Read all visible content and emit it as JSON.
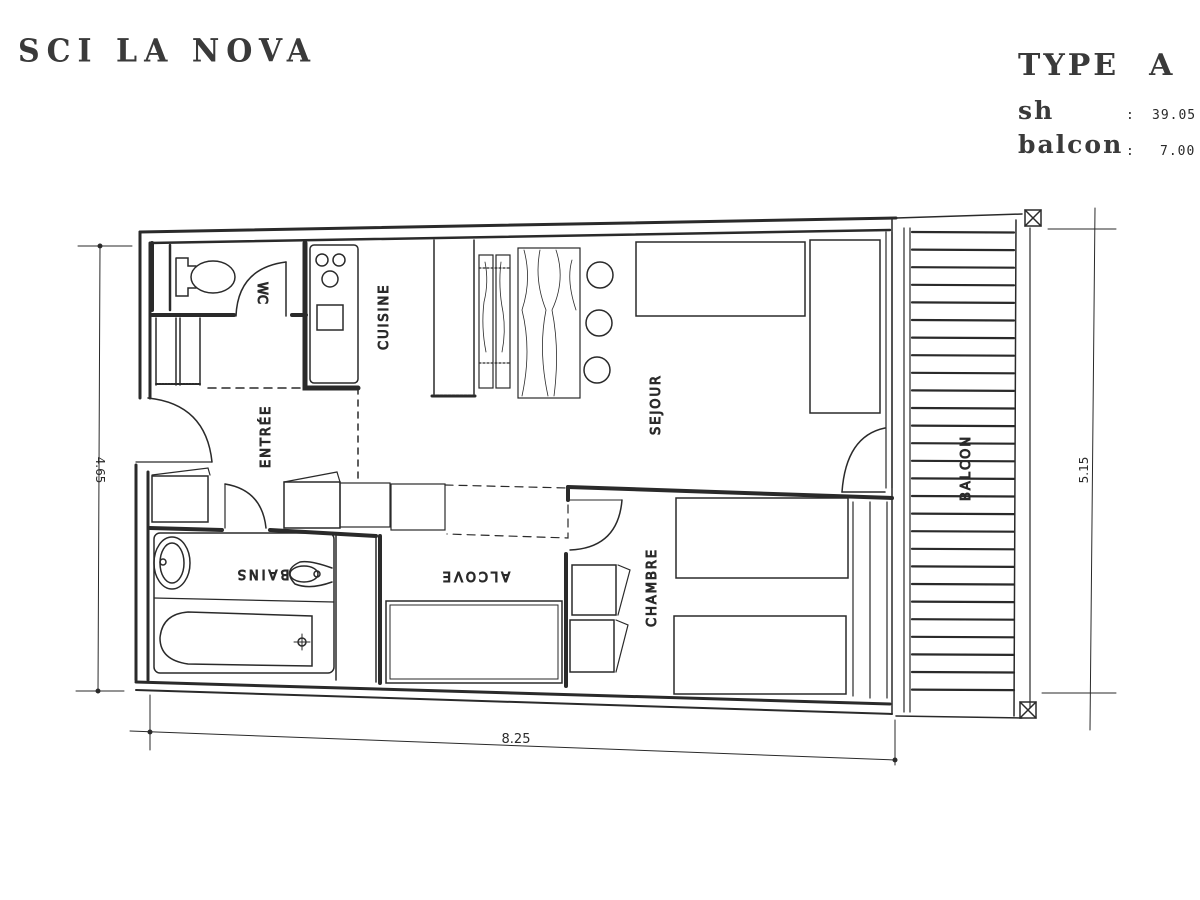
{
  "header": {
    "project_title": "SCI LA NOVA",
    "type_label": "TYPE",
    "type_letter": "A"
  },
  "areas": {
    "sh": {
      "label": "sh",
      "colon": ":",
      "value": "39.05"
    },
    "balcon": {
      "label": "balcon",
      "colon": ":",
      "value": "7.00"
    }
  },
  "rooms": {
    "wc": "WC",
    "cuisine": "CUISINE",
    "entree": "ENTRÉE",
    "sejour": "SEJOUR",
    "bains": "BAINS",
    "alcove": "ALCOVE",
    "chambre": "CHAMBRE",
    "balcon": "BALCON"
  },
  "dimensions": {
    "depth_left": "4.65",
    "width_bottom": "8.25",
    "depth_right": "5.15"
  },
  "colors": {
    "line": "#2a2a2a",
    "wall": "#1e1e1e",
    "background": "#ffffff"
  }
}
